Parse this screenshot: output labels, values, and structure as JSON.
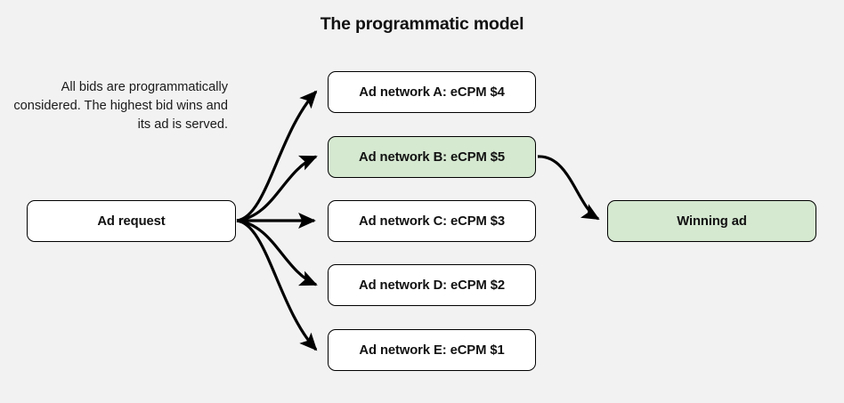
{
  "page": {
    "title": "The programmatic model",
    "background_color": "#f2f2f2",
    "text_color": "#111111"
  },
  "caption": {
    "text": "All bids are programmatically considered. The highest bid wins and its ad is served."
  },
  "colors": {
    "node_fill": "#ffffff",
    "highlight_fill": "#d5e8d0",
    "border": "#000000",
    "arrow": "#000000"
  },
  "nodes": {
    "request": {
      "label": "Ad request",
      "fill": "#ffffff"
    },
    "networks": [
      {
        "label": "Ad network A: eCPM $4",
        "fill": "#ffffff",
        "winner": false
      },
      {
        "label": "Ad network B: eCPM $5",
        "fill": "#d5e8d0",
        "winner": true
      },
      {
        "label": "Ad network C: eCPM $3",
        "fill": "#ffffff",
        "winner": false
      },
      {
        "label": "Ad network D: eCPM $2",
        "fill": "#ffffff",
        "winner": false
      },
      {
        "label": "Ad network E: eCPM $1",
        "fill": "#ffffff",
        "winner": false
      }
    ],
    "winner": {
      "label": "Winning ad",
      "fill": "#d5e8d0"
    }
  },
  "edges": [
    {
      "from": "Ad request",
      "to": "Ad network A: eCPM $4"
    },
    {
      "from": "Ad request",
      "to": "Ad network B: eCPM $5"
    },
    {
      "from": "Ad request",
      "to": "Ad network C: eCPM $3"
    },
    {
      "from": "Ad request",
      "to": "Ad network D: eCPM $2"
    },
    {
      "from": "Ad request",
      "to": "Ad network E: eCPM $1"
    },
    {
      "from": "Ad network B: eCPM $5",
      "to": "Winning ad"
    }
  ]
}
